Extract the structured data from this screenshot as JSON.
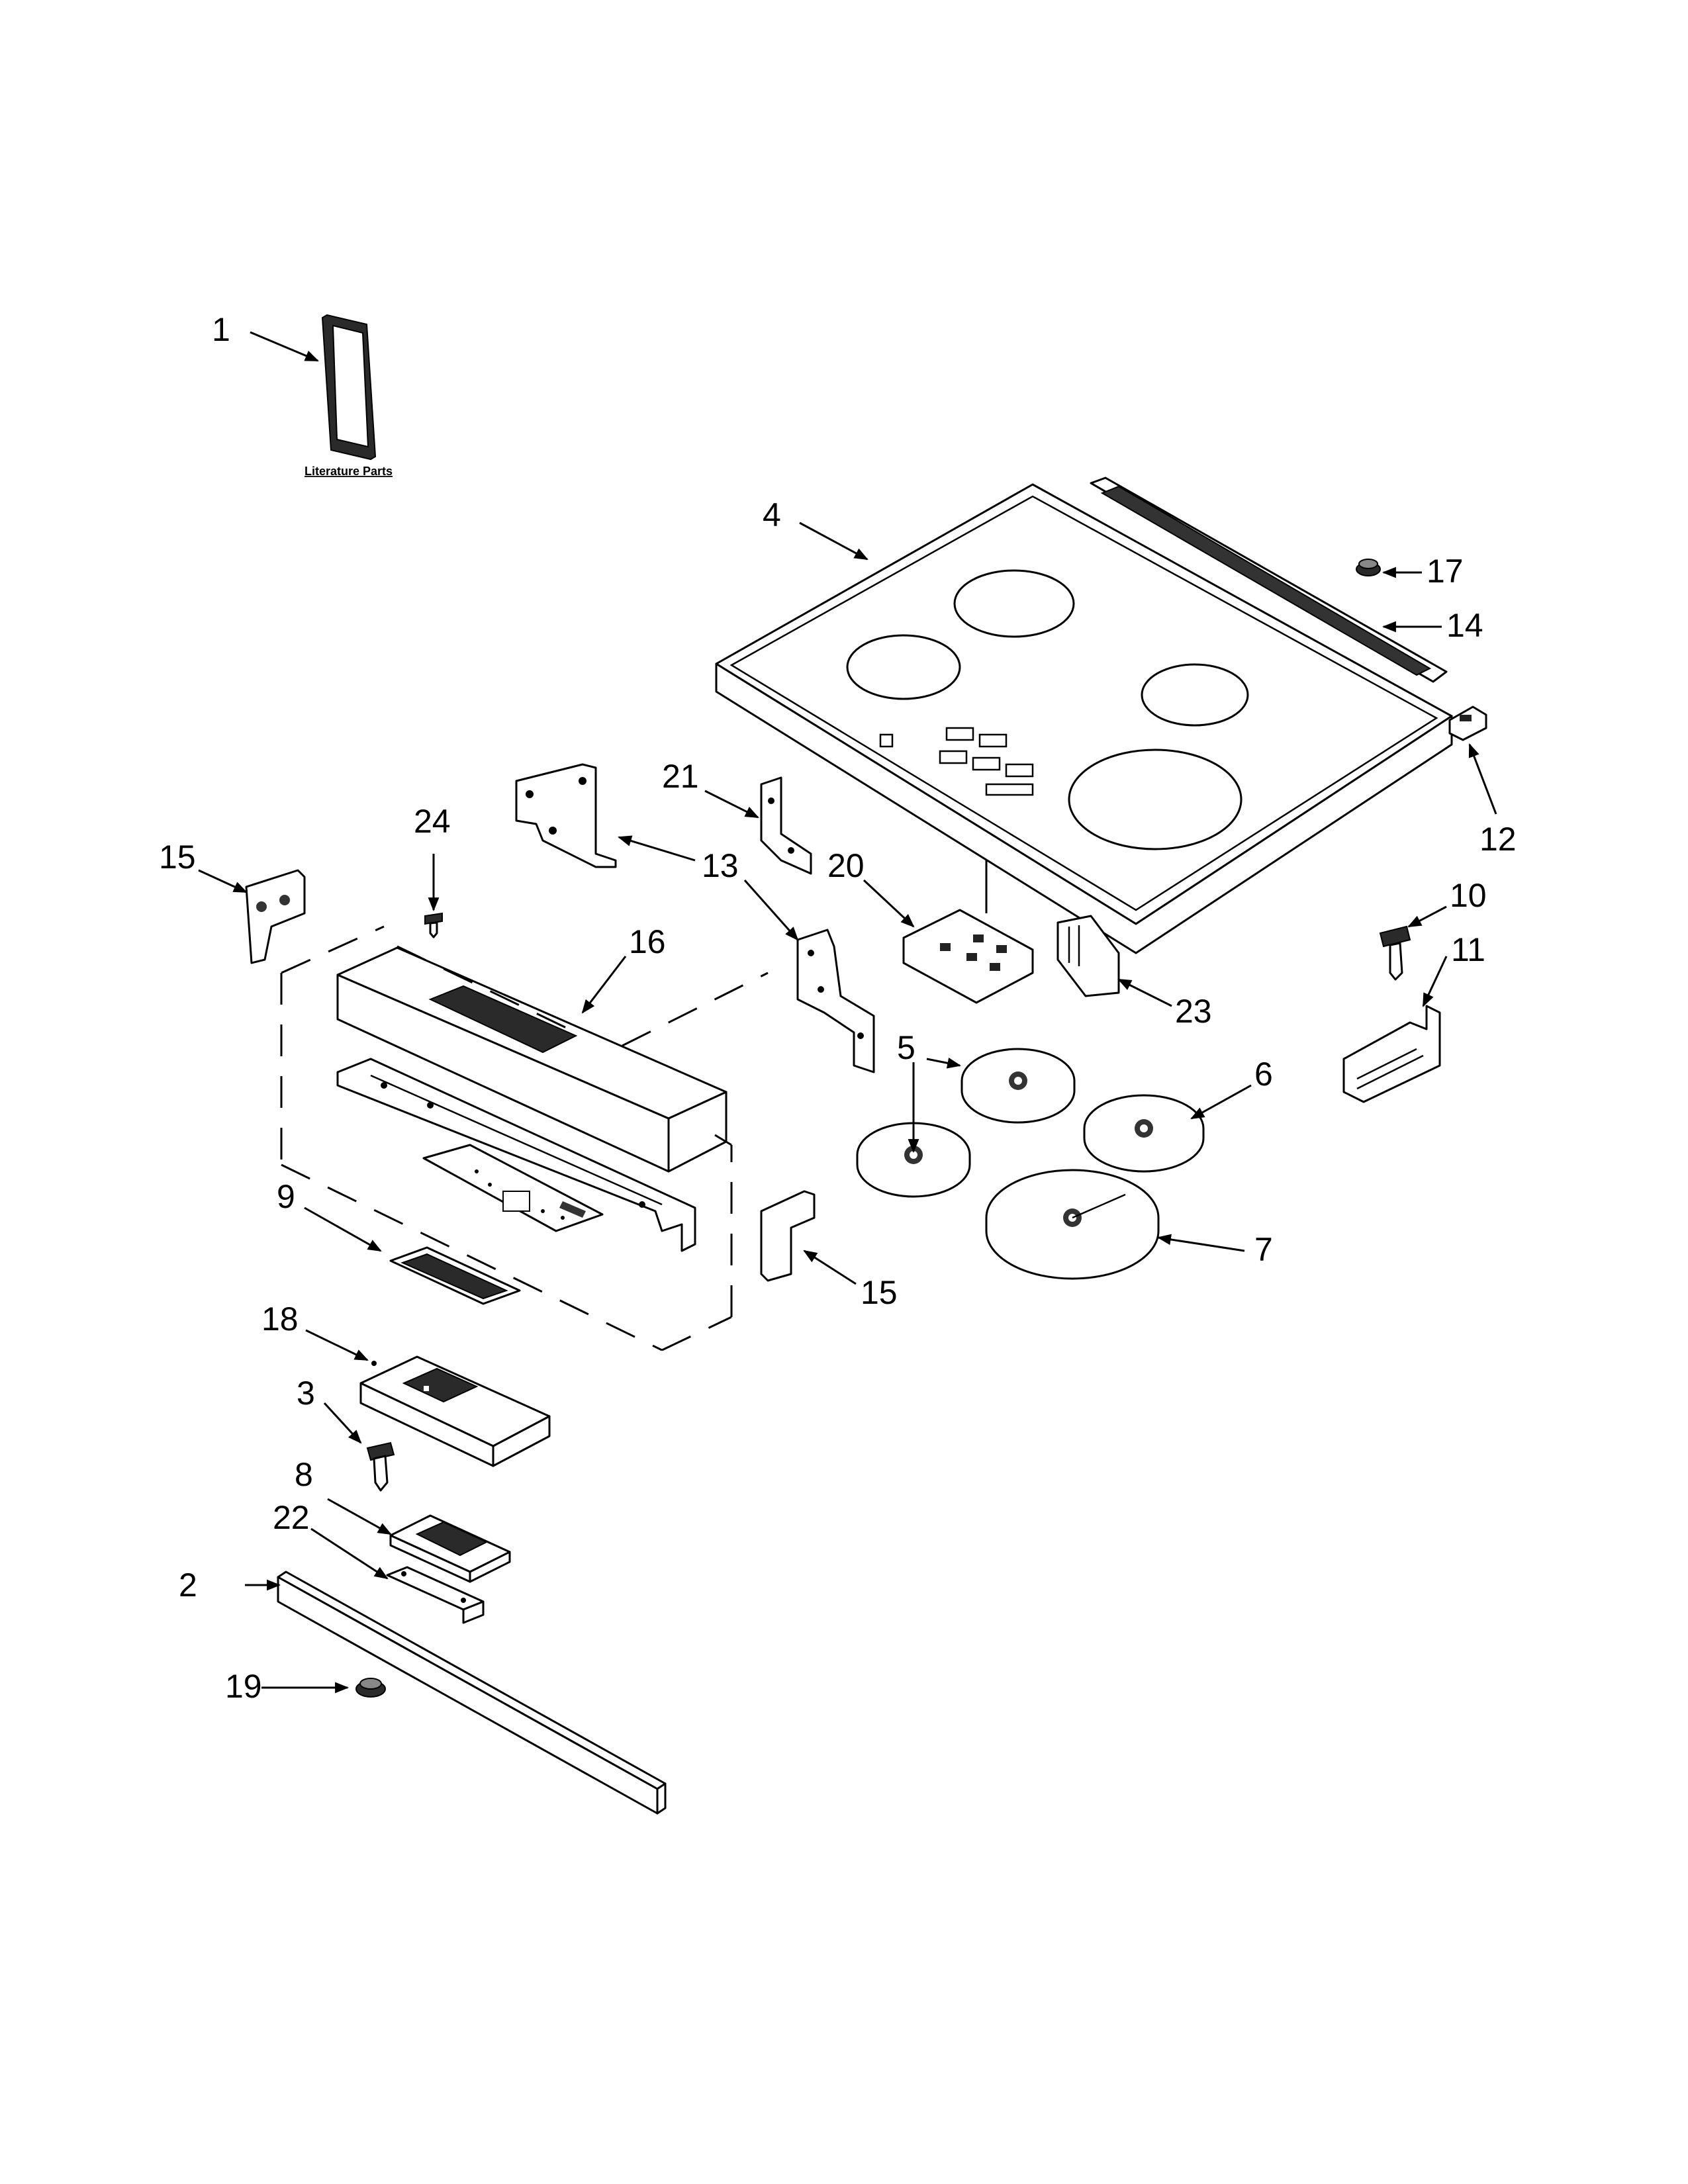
{
  "literature_label": "Literature Parts",
  "callouts": [
    {
      "id": "c1",
      "label": "1"
    },
    {
      "id": "c2",
      "label": "2"
    },
    {
      "id": "c3",
      "label": "3"
    },
    {
      "id": "c4",
      "label": "4"
    },
    {
      "id": "c5",
      "label": "5"
    },
    {
      "id": "c6",
      "label": "6"
    },
    {
      "id": "c7",
      "label": "7"
    },
    {
      "id": "c8",
      "label": "8"
    },
    {
      "id": "c9",
      "label": "9"
    },
    {
      "id": "c10",
      "label": "10"
    },
    {
      "id": "c11",
      "label": "11"
    },
    {
      "id": "c12",
      "label": "12"
    },
    {
      "id": "c13",
      "label": "13"
    },
    {
      "id": "c14",
      "label": "14"
    },
    {
      "id": "c15a",
      "label": "15"
    },
    {
      "id": "c15b",
      "label": "15"
    },
    {
      "id": "c16",
      "label": "16"
    },
    {
      "id": "c17",
      "label": "17"
    },
    {
      "id": "c18",
      "label": "18"
    },
    {
      "id": "c19",
      "label": "19"
    },
    {
      "id": "c20",
      "label": "20"
    },
    {
      "id": "c21",
      "label": "21"
    },
    {
      "id": "c22",
      "label": "22"
    },
    {
      "id": "c23",
      "label": "23"
    },
    {
      "id": "c24",
      "label": "24"
    }
  ]
}
